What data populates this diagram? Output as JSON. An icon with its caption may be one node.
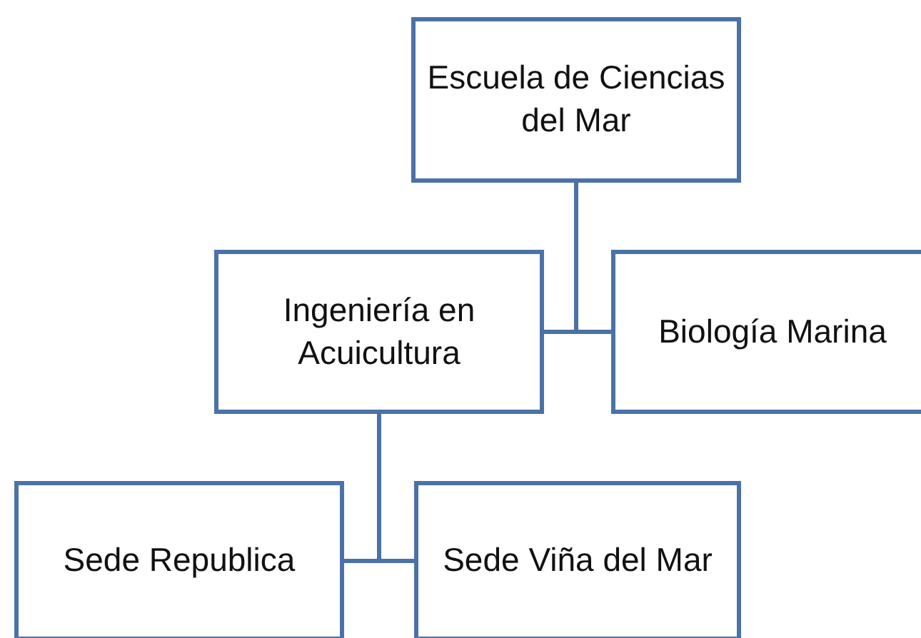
{
  "diagram": {
    "nodes": [
      {
        "text": [
          "Escuela de Ciencias del Mar"
        ]
      },
      {
        "text": [
          "Ingeniería en Acuicultura"
        ]
      },
      {
        "text": [
          "Biología Marina"
        ]
      },
      {
        "text": [
          "Sede Republica"
        ]
      },
      {
        "text": [
          "Sede Viña del Mar"
        ]
      }
    ],
    "edges": [
      {
        "from": 0,
        "to": 1,
        "arrow": "none"
      },
      {
        "from": 0,
        "to": 2,
        "arrow": "none"
      },
      {
        "from": 1,
        "to": 3,
        "arrow": "none"
      },
      {
        "from": 1,
        "to": 4,
        "arrow": "none"
      }
    ]
  }
}
